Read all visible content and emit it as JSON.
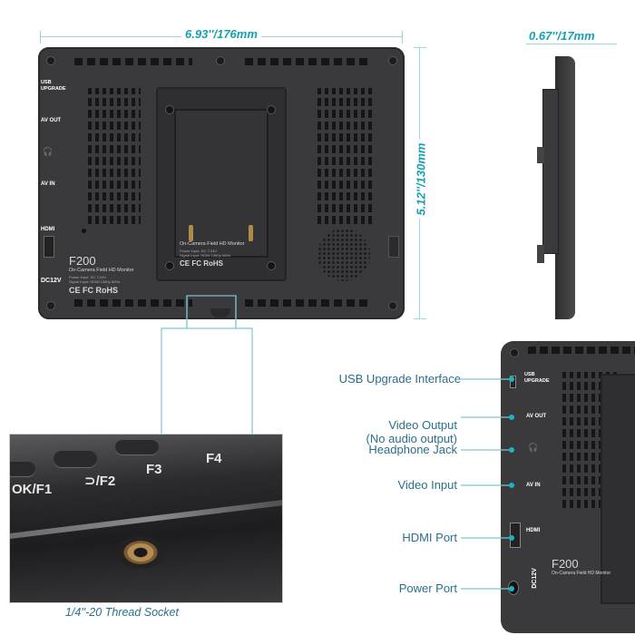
{
  "dimensions": {
    "width": "6.93''/176mm",
    "height": "5.12''/130mm",
    "depth": "0.67''/17mm"
  },
  "back_panel": {
    "usb_label": "USB UPGRADE",
    "avout_label": "AV OUT",
    "headphone_symbol": "🎧",
    "avin_label": "AV IN",
    "hdmi_label": "HDMI",
    "power_label": "DC12V",
    "model": "F200",
    "subtitle": "On-Camera Field HD Monitor",
    "spec_line_1": "Power Input: DC 7-24V",
    "spec_line_2": "Signal Input: HDMI 1080p 60Hz",
    "certs": "CE FC RoHS",
    "plate_subtitle": "On-Camera Field HD Monitor",
    "plate_spec_1": "Power Input: DC 7-24V",
    "plate_spec_2": "Signal Input: HDMI 1080p 60Hz",
    "plate_certs": "CE FC RoHS"
  },
  "callouts": [
    {
      "label": "USB Upgrade Interface"
    },
    {
      "label": "Video Output\n(No audio output)"
    },
    {
      "label": "Headphone Jack"
    },
    {
      "label": "Video Input"
    },
    {
      "label": "HDMI Port"
    },
    {
      "label": "Power Port"
    }
  ],
  "closeup": {
    "buttons": [
      "OK/F1",
      "⊃/F2",
      "F3",
      "F4"
    ],
    "caption": "1/4''-20 Thread Socket"
  },
  "detail_labels": {
    "usb": "USB UPGRADE",
    "avout": "AV OUT",
    "avin": "AV IN",
    "hdmi": "HDMI",
    "model": "F200",
    "subtitle": "On-Camera Field HD Monitor",
    "dc": "DC12V"
  },
  "colors": {
    "accent": "#16a0b0",
    "callout_text": "#2a6f8a",
    "device_body": "#3a3a3c",
    "port_dot": "#19b5c4"
  }
}
